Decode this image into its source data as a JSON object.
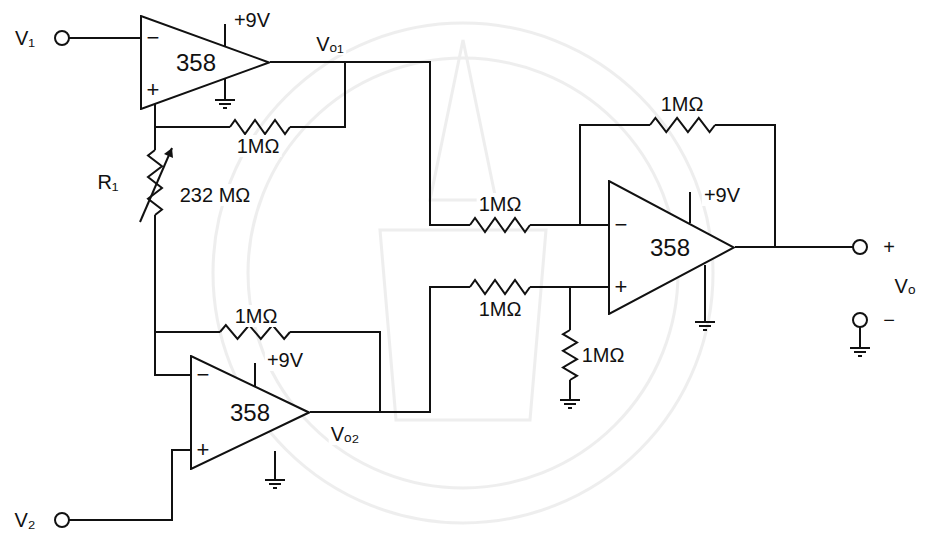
{
  "diagram": {
    "nodes": [
      {
        "text": [
          "358"
        ]
      },
      {
        "text": [
          "358"
        ]
      },
      {
        "text": [
          "358"
        ]
      }
    ],
    "labels": [
      "V₁",
      "V₂",
      "Vₒ₁",
      "Vₒ₂",
      "+9V",
      "−",
      "+",
      "1MΩ",
      "R₁",
      "232 MΩ",
      "1MΩ",
      "+9V",
      "−",
      "+",
      "1MΩ",
      "+9V",
      "1MΩ",
      "−",
      "+",
      "1MΩ",
      "1MΩ",
      "+",
      "Vₒ",
      "−"
    ]
  }
}
